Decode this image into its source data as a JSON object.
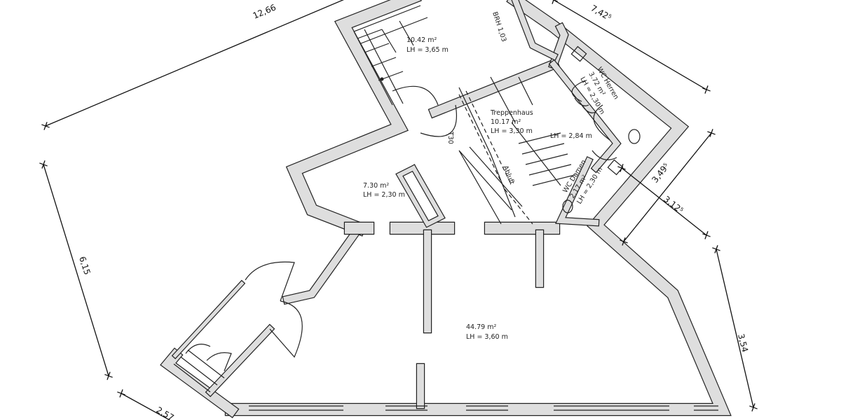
{
  "rooms": {
    "kitchen": {
      "area": "10.42 m²",
      "height": "LH = 3,65 m"
    },
    "parapet": "BRH 1,03",
    "stairwell": {
      "name": "Treppenhaus",
      "area": "10.17 m²",
      "height": "LH = 3,30 m"
    },
    "hall_height": "LH = 2,84 m",
    "door_rating": "T30",
    "exhaust": "Abluft",
    "wc_men": {
      "name": "WC Herren",
      "area": "3.72 m²",
      "height": "LH = 2,30 m"
    },
    "wc_women": {
      "name": "WC Damen",
      "area": "2.17 m²",
      "height": "LH = 2,30 m"
    },
    "entry": {
      "area": "7.30 m²",
      "height": "LH = 2,30 m"
    },
    "main": {
      "area": "44.79 m²",
      "height": "LH = 3,60 m"
    }
  },
  "dimensions": {
    "top_left": "12,66",
    "top_right": "7,42⁵",
    "right_a": "3,49⁵",
    "right_b": "3,12⁵",
    "right_c": "3,54",
    "left": "6,15",
    "bottom_left": "2,57"
  },
  "colors": {
    "wall_fill": "#dedede",
    "line": "#222222"
  }
}
